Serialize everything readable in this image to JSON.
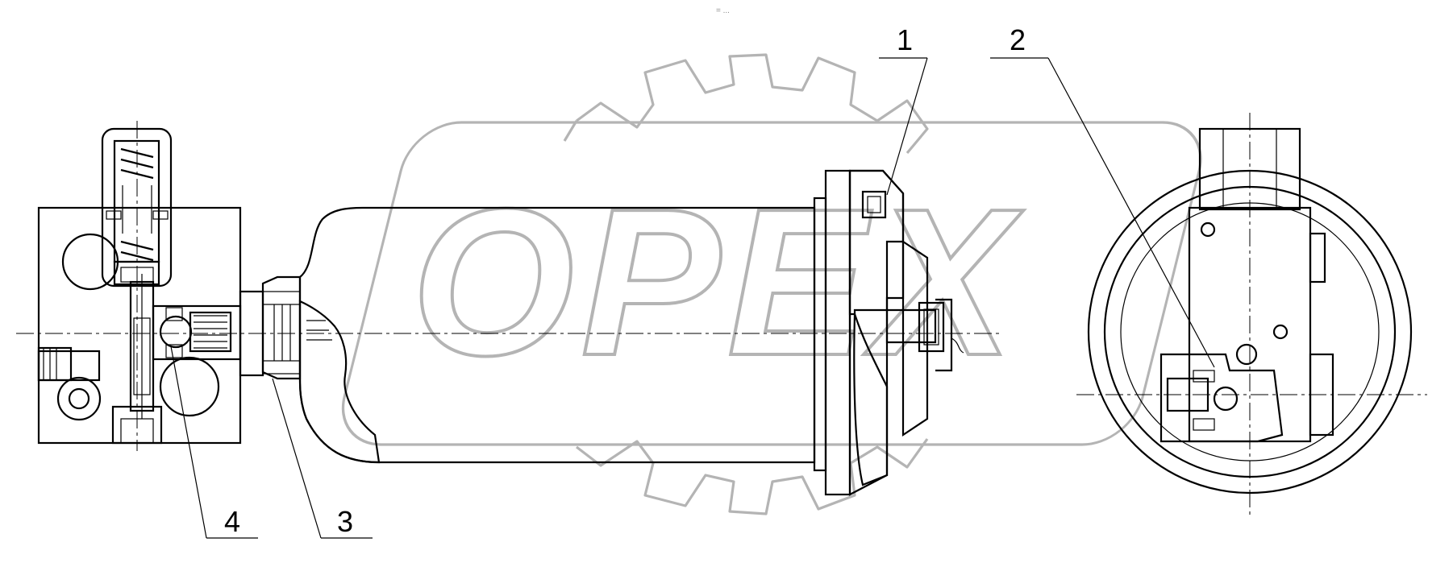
{
  "top_mark": "= ...",
  "watermark": {
    "text": "OPEX",
    "color": "#b4b4b4",
    "icon": "gear-logo-icon"
  },
  "callouts": [
    {
      "id": "1",
      "label": "1"
    },
    {
      "id": "2",
      "label": "2"
    },
    {
      "id": "3",
      "label": "3"
    },
    {
      "id": "4",
      "label": "4"
    }
  ],
  "colors": {
    "line": "#000000",
    "background": "#ffffff"
  }
}
